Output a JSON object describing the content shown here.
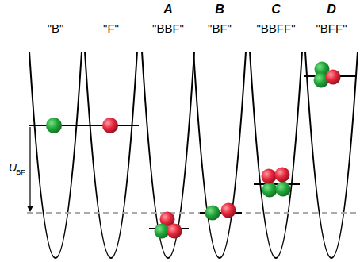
{
  "diagram": {
    "labels": [
      "A",
      "B",
      "C",
      "D",
      "\"B\"",
      "\"F\"",
      "\"BBF\"",
      "\"BF\"",
      "\"BBFF\"",
      "\"BFF\"",
      "U",
      "BF"
    ]
  }
}
